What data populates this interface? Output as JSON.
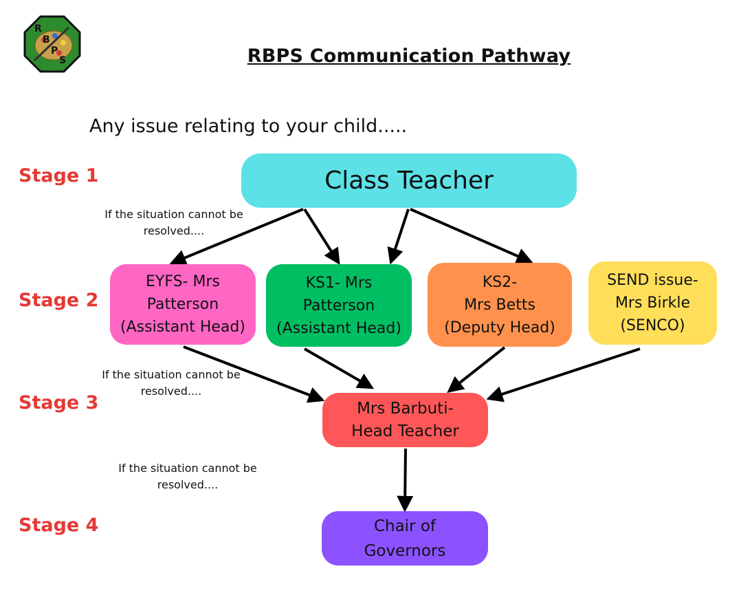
{
  "logo": {
    "letters": [
      "R",
      "B",
      "P",
      "S"
    ],
    "colors": {
      "octagon": "#2e8b2e",
      "border": "#111111",
      "palette": "#c8a24a"
    }
  },
  "title": "RBPS Communication Pathway",
  "intro": "Any issue relating to your child.....",
  "stages": {
    "s1": "Stage 1",
    "s2": "Stage 2",
    "s3": "Stage 3",
    "s4": "Stage 4"
  },
  "notes": {
    "n1": {
      "line1": "If the situation cannot be",
      "line2": "resolved...."
    },
    "n2": {
      "line1": "If the situation cannot be",
      "line2": "resolved...."
    },
    "n3": {
      "line1": "If the situation cannot be",
      "line2": "resolved...."
    }
  },
  "boxes": {
    "class_teacher": {
      "lines": [
        "Class Teacher"
      ],
      "color": "#5ce1e6"
    },
    "eyfs": {
      "lines": [
        "EYFS- Mrs",
        "Patterson",
        "(Assistant Head)"
      ],
      "color": "#ff66c4"
    },
    "ks1": {
      "lines": [
        "KS1- Mrs",
        "Patterson",
        "(Assistant Head)"
      ],
      "color": "#00bf63"
    },
    "ks2": {
      "lines": [
        "KS2-",
        "Mrs Betts",
        "(Deputy Head)"
      ],
      "color": "#ff914d"
    },
    "send": {
      "lines": [
        "SEND issue-",
        "Mrs Birkle",
        "(SENCO)"
      ],
      "color": "#ffde59"
    },
    "head": {
      "lines": [
        "Mrs Barbuti-",
        "Head Teacher"
      ],
      "color": "#ff5757"
    },
    "chair": {
      "lines": [
        "Chair of",
        "Governors"
      ],
      "color": "#8c52ff"
    }
  },
  "colors": {
    "stage_label": "#e53935",
    "arrow": "#000000"
  }
}
